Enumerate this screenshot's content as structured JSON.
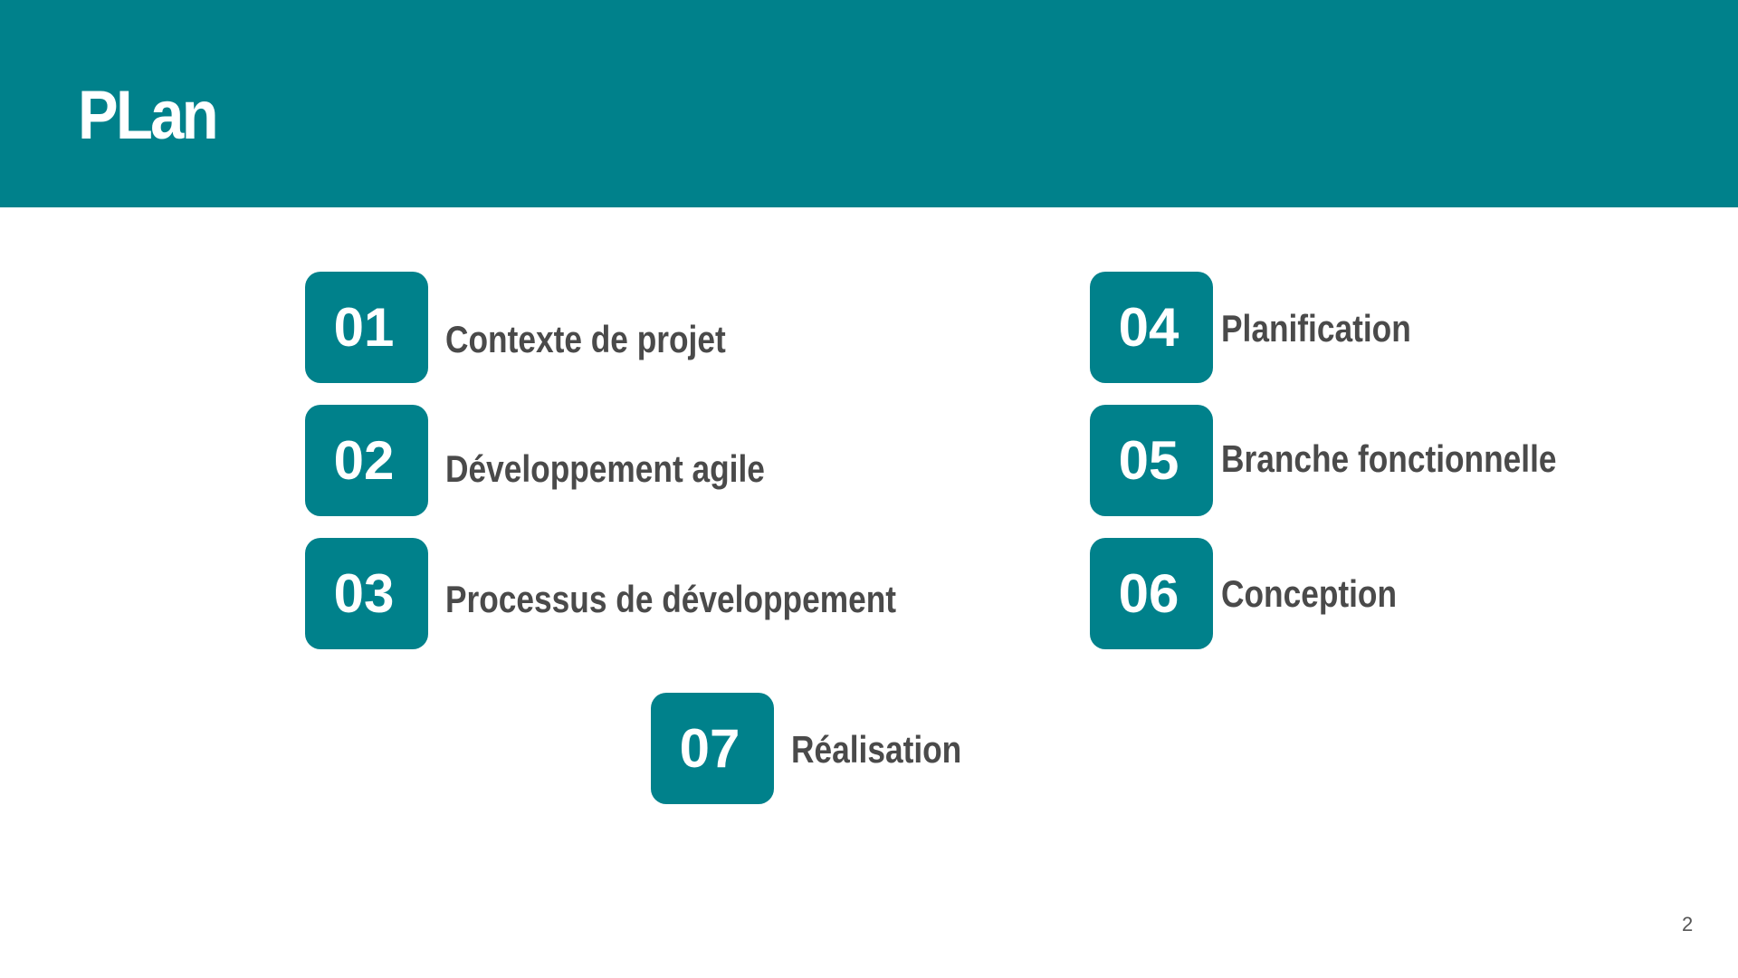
{
  "slide": {
    "title": "PLan",
    "page_number": "2"
  },
  "colors": {
    "accent": "#00818B",
    "label_text": "#4A4A4A",
    "background": "#FFFFFF"
  },
  "items": [
    {
      "number": "01",
      "label": "Contexte de projet"
    },
    {
      "number": "02",
      "label": "Développement agile"
    },
    {
      "number": "03",
      "label": "Processus de développement"
    },
    {
      "number": "04",
      "label": "Planification"
    },
    {
      "number": "05",
      "label": "Branche fonctionnelle"
    },
    {
      "number": "06",
      "label": "Conception"
    },
    {
      "number": "07",
      "label": "Réalisation"
    }
  ]
}
